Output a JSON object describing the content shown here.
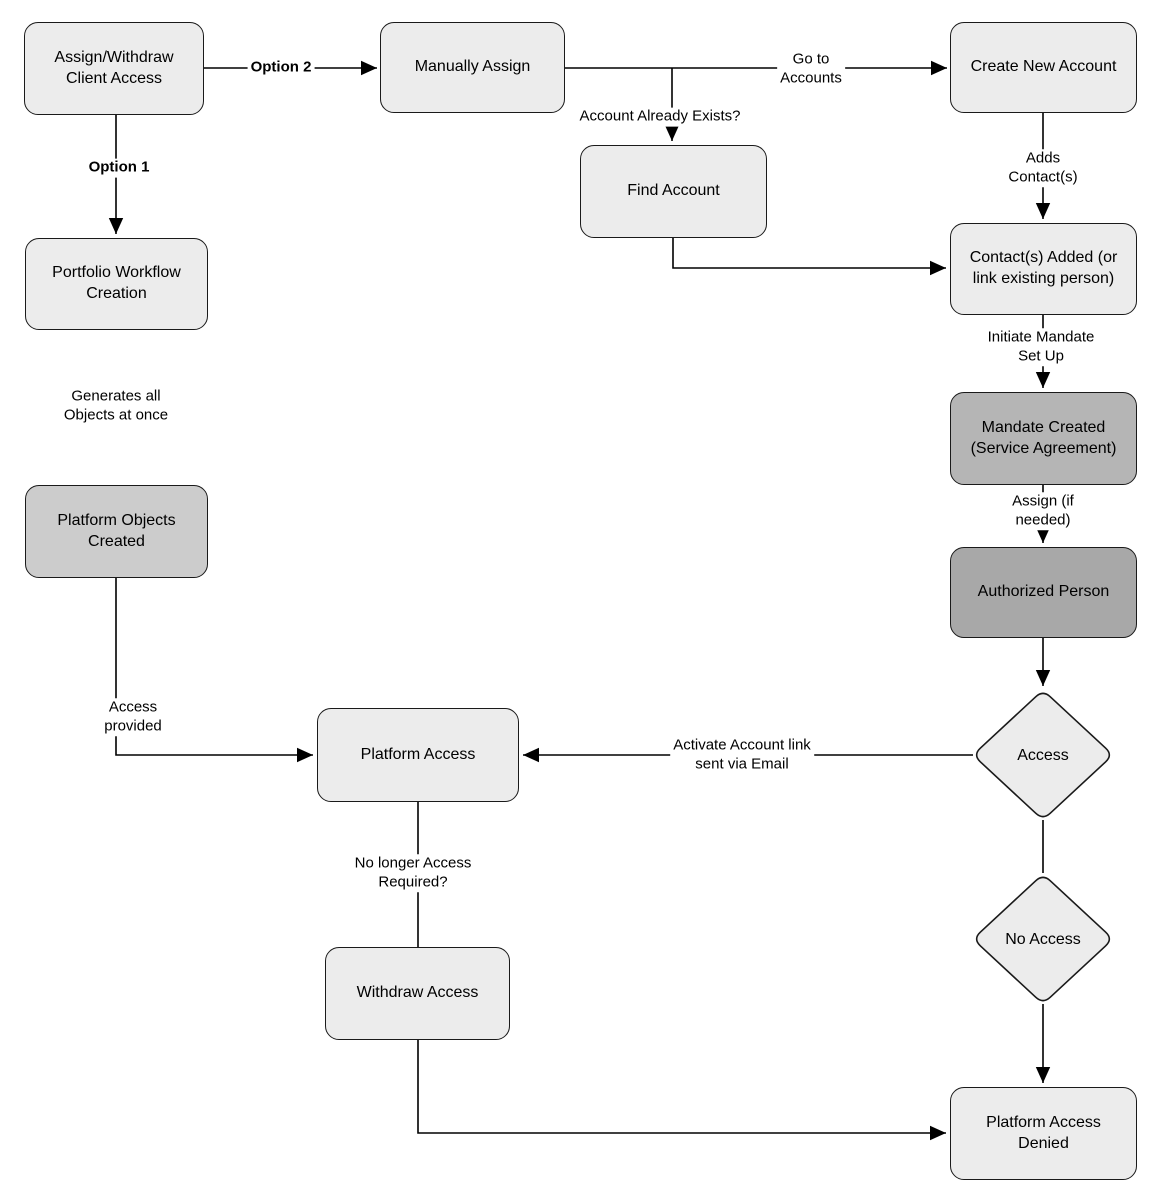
{
  "colors": {
    "background": "#ffffff",
    "node_border": "#1a1a1a",
    "edge": "#000000",
    "fill_light": "#ececec",
    "fill_medium": "#cccccc",
    "fill_dark": "#b5b5b5",
    "fill_darker": "#a8a8a8"
  },
  "nodes": {
    "assign_withdraw": {
      "label": "Assign/Withdraw\nClient Access",
      "fill": "#ececec"
    },
    "manually_assign": {
      "label": "Manually Assign",
      "fill": "#ececec"
    },
    "create_new_account": {
      "label": "Create New Account",
      "fill": "#ececec"
    },
    "find_account": {
      "label": "Find Account",
      "fill": "#ececec"
    },
    "portfolio_workflow": {
      "label": "Portfolio Workflow\nCreation",
      "fill": "#ececec"
    },
    "platform_objects": {
      "label": "Platform Objects\nCreated",
      "fill": "#cccccc"
    },
    "contacts_added": {
      "label": "Contact(s) Added (or\nlink existing person)",
      "fill": "#ececec"
    },
    "mandate_created": {
      "label": "Mandate Created\n(Service Agreement)",
      "fill": "#b5b5b5"
    },
    "authorized_person": {
      "label": "Authorized Person",
      "fill": "#a8a8a8"
    },
    "access_decision": {
      "label": "Access",
      "fill": "#ececec"
    },
    "no_access_decision": {
      "label": "No Access",
      "fill": "#ececec"
    },
    "platform_access": {
      "label": "Platform Access",
      "fill": "#ececec"
    },
    "withdraw_access": {
      "label": "Withdraw Access",
      "fill": "#ececec"
    },
    "platform_access_denied": {
      "label": "Platform Access\nDenied",
      "fill": "#ececec"
    }
  },
  "edge_labels": {
    "option1": "Option 1",
    "option2": "Option 2",
    "go_to_accounts": "Go to\nAccounts",
    "account_already_exists": "Account Already Exists?",
    "adds_contacts": "Adds Contact(s)",
    "initiate_mandate": "Initiate Mandate Set Up",
    "assign_if_needed": "Assign (if needed)",
    "activate_account_link": "Activate Account link\nsent via Email",
    "access_provided": "Access\nprovided",
    "no_longer_access": "No longer Access\nRequired?",
    "generates_all": "Generates all\nObjects at once"
  }
}
